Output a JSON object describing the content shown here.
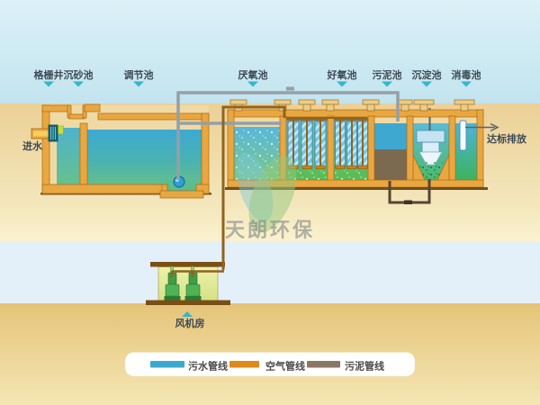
{
  "diagram": {
    "stage_labels": [
      "格栅井",
      "沉砂池",
      "调节池",
      "厌氧池",
      "好氧池",
      "污泥池",
      "沉淀池",
      "消毒池"
    ],
    "inlet_label": "进水",
    "outlet_label": "达标排放",
    "blower_room_label": "风机房"
  },
  "watermark": {
    "text": "天朗环保"
  },
  "legend": {
    "items": [
      {
        "label": "污水管线",
        "color": "#3BA9CE"
      },
      {
        "label": "空气管线",
        "color": "#DE8A1B"
      },
      {
        "label": "污泥管线",
        "color": "#8A7765"
      }
    ]
  },
  "colors": {
    "sewage_pipe": "#94A0A8",
    "air_pipe": "#8F6420",
    "sludge_pipe": "#564534",
    "tank_wall": "#E9A742",
    "pointer_triangle": "#35B6C9",
    "sky": "#D8EEF6",
    "ground": "#EBD096"
  }
}
